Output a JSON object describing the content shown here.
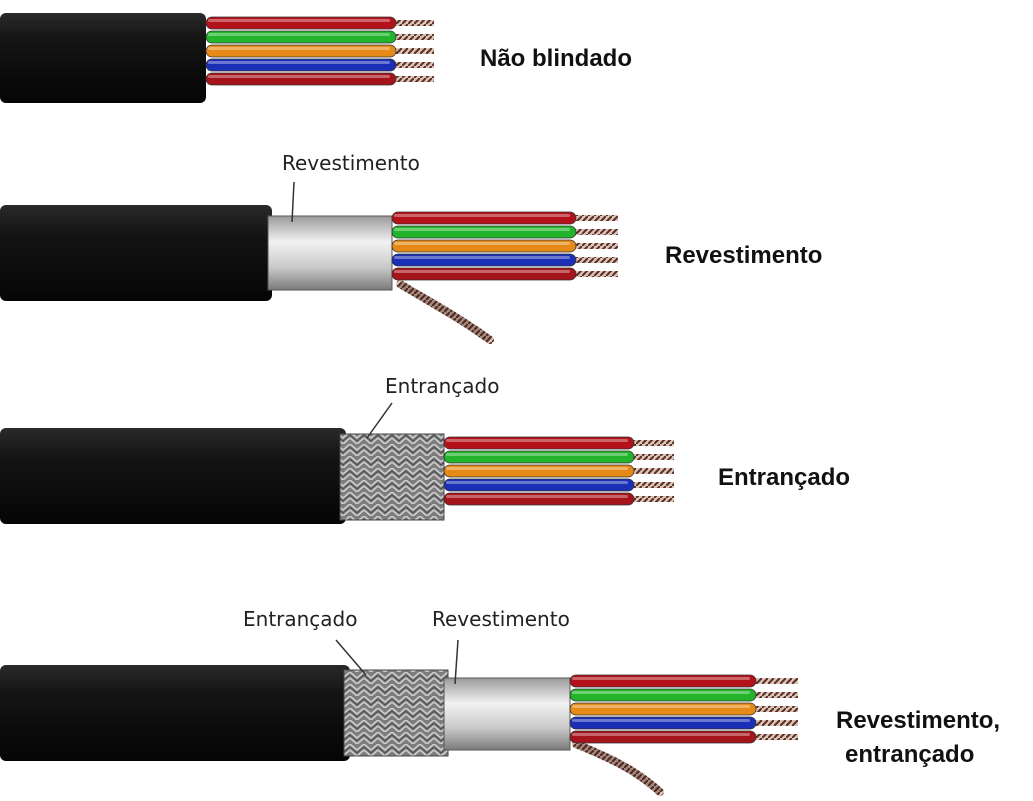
{
  "wire_colors": [
    "#b3121b",
    "#22b42a",
    "#e68a17",
    "#1a2fb5",
    "#a5141b"
  ],
  "colors": {
    "jacket": "#141414",
    "foil": "#d9d9d9",
    "braid": "#8a8a8a",
    "copper_strand": "#6b3a2e"
  },
  "cables": [
    {
      "title": "Não blindado",
      "title_lines": [
        "Não blindado"
      ],
      "shielding": "none",
      "callouts": []
    },
    {
      "title": "Revestimento",
      "title_lines": [
        "Revestimento"
      ],
      "shielding": "foil",
      "callouts": [
        "Revestimento"
      ]
    },
    {
      "title": "Entrançado",
      "title_lines": [
        "Entrançado"
      ],
      "shielding": "braid",
      "callouts": [
        "Entrançado"
      ]
    },
    {
      "title": "Revestimento, entrançado",
      "title_lines": [
        "Revestimento,",
        "entrançado"
      ],
      "shielding": "braid+foil",
      "callouts": [
        "Entrançado",
        "Revestimento"
      ]
    }
  ]
}
